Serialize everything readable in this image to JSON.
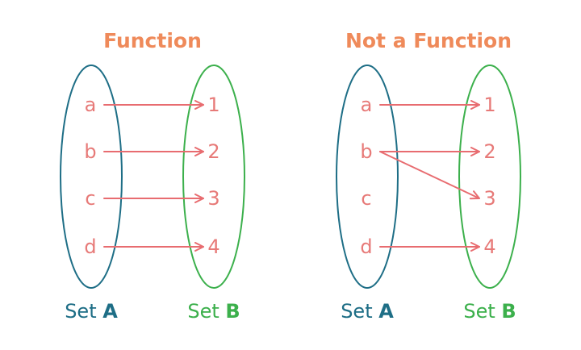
{
  "colors": {
    "title": "#ef8a5a",
    "element": "#e77a78",
    "arrow": "#e86c70",
    "set_a": "#1e6e86",
    "set_b": "#3cb04c"
  },
  "diagrams": [
    {
      "title": "Function",
      "set_a": {
        "label_prefix": "Set ",
        "label_name": "A",
        "elements": [
          "a",
          "b",
          "c",
          "d"
        ]
      },
      "set_b": {
        "label_prefix": "Set ",
        "label_name": "B",
        "elements": [
          "1",
          "2",
          "3",
          "4"
        ]
      },
      "mappings": [
        {
          "from": "a",
          "to": "1"
        },
        {
          "from": "b",
          "to": "2"
        },
        {
          "from": "c",
          "to": "3"
        },
        {
          "from": "d",
          "to": "4"
        }
      ]
    },
    {
      "title": "Not a Function",
      "set_a": {
        "label_prefix": "Set ",
        "label_name": "A",
        "elements": [
          "a",
          "b",
          "c",
          "d"
        ]
      },
      "set_b": {
        "label_prefix": "Set ",
        "label_name": "B",
        "elements": [
          "1",
          "2",
          "3",
          "4"
        ]
      },
      "mappings": [
        {
          "from": "a",
          "to": "1"
        },
        {
          "from": "b",
          "to": "2"
        },
        {
          "from": "b",
          "to": "3"
        },
        {
          "from": "d",
          "to": "4"
        }
      ]
    }
  ]
}
